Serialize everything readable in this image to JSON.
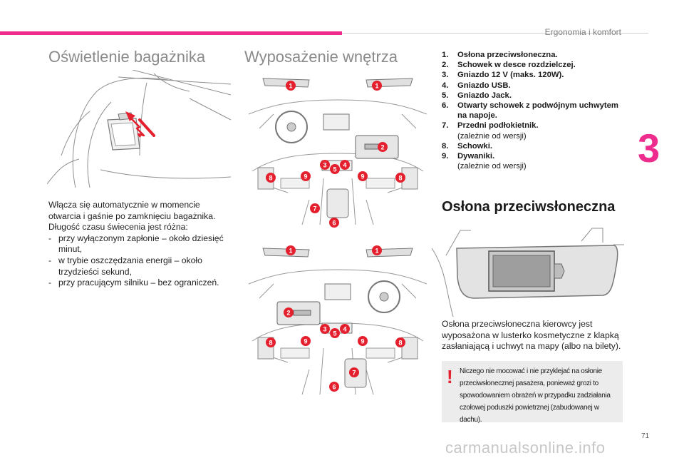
{
  "header": {
    "section_label": "Ergonomia i komfort",
    "chapter_number": "3",
    "page_number": "71"
  },
  "watermark": "carmanualsonline.info",
  "boot_light": {
    "title": "Oświetlenie bagażnika",
    "intro": [
      "Włącza się automatycznie w momencie",
      "otwarcia i gaśnie po zamknięciu bagażnika.",
      "Długość czasu świecenia jest różna:"
    ],
    "items": [
      "przy wyłączonym zapłonie – około dziesięć minut,",
      "w trybie oszczędzania energii – około trzydzieści sekund,",
      "przy pracującym silniku – bez ograniczeń."
    ]
  },
  "interior": {
    "title": "Wyposażenie wnętrza",
    "list": [
      {
        "num": "1.",
        "label": "Osłona przeciwsłoneczna."
      },
      {
        "num": "2.",
        "label": "Schowek w desce rozdzielczej."
      },
      {
        "num": "3.",
        "label": "Gniazdo 12 V (maks. 120W)."
      },
      {
        "num": "4.",
        "label": "Gniazdo USB."
      },
      {
        "num": "5.",
        "label": "Gniazdo Jack."
      },
      {
        "num": "6.",
        "label": "Otwarty schowek z podwójnym uchwytem na napoje."
      },
      {
        "num": "7.",
        "label": "Przedni podłokietnik.",
        "note": "(zależnie od wersji)"
      },
      {
        "num": "8.",
        "label": "Schowki."
      },
      {
        "num": "9.",
        "label": "Dywaniki.",
        "note": "(zależnie od wersji)"
      }
    ]
  },
  "sun_visor": {
    "title": "Osłona przeciwsłoneczna",
    "text": "Osłona przeciwsłoneczna kierowcy jest wyposażona w lusterko kosmetyczne z klapką zasłaniającą i uchwyt na mapy (albo na bilety).",
    "warning_mark": "!",
    "warning": "Niczego nie mocować i nie przyklejać na osłonie przeciwsłonecznej pasażera, ponieważ grozi to spowodowaniem obrażeń w przypadku zadziałania czołowej poduszki powietrznej (zabudowanej w dachu)."
  },
  "badges": [
    "1",
    "2",
    "3",
    "4",
    "5",
    "6",
    "7",
    "8",
    "9"
  ],
  "colors": {
    "accent": "#ee2c8e",
    "badge_red": "#e5202e"
  }
}
